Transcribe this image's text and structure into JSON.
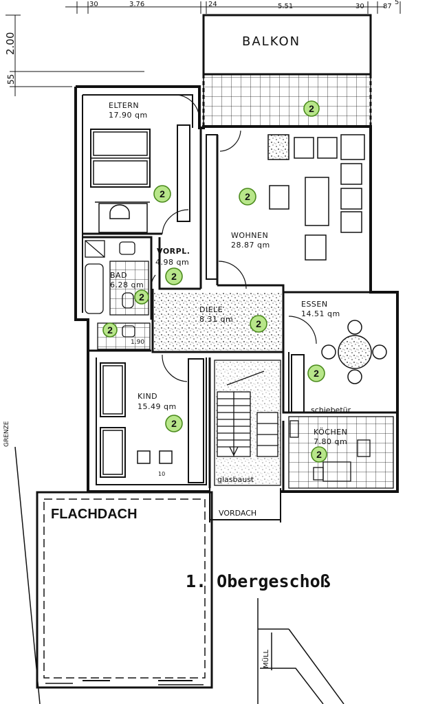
{
  "dimensions_top": [
    "30",
    "3.76",
    "24",
    "5.51",
    "30",
    "87",
    "5"
  ],
  "dimensions_left": [
    "2.00",
    "55"
  ],
  "labels": {
    "balkon": "BALKON",
    "eltern": "ELTERN",
    "eltern_area": "17.90 qm",
    "wohnen": "WOHNEN",
    "wohnen_area": "28.87 qm",
    "vorpl": "VORPL.",
    "vorpl_area": "4.98 qm",
    "bad": "BAD",
    "bad_area": "6.28 qm",
    "diele": "DIELE",
    "diele_area": "8.31 qm",
    "essen": "ESSEN",
    "essen_area": "14.51 qm",
    "kind": "KIND",
    "kind_area": "15.49 qm",
    "kochen": "KÖCHEN",
    "kochen_area": "7.80 qm",
    "schiebetur": "schiebetür",
    "glasbaust": "glasbaust",
    "flachdach": "FLACHDACH",
    "vordach": "VORDACH",
    "floor_title": "1. Obergeschoß",
    "grenze": "GRENZE",
    "mull": "MÜLL",
    "dim_190": "1.90",
    "dim_10": "10"
  },
  "markers": [
    {
      "room": "balkon",
      "label": "2"
    },
    {
      "room": "eltern",
      "label": "2"
    },
    {
      "room": "wohnen",
      "label": "2"
    },
    {
      "room": "vorpl",
      "label": "2"
    },
    {
      "room": "bad",
      "label": "2"
    },
    {
      "room": "wc",
      "label": "2"
    },
    {
      "room": "diele",
      "label": "2"
    },
    {
      "room": "essen",
      "label": "2"
    },
    {
      "room": "kind",
      "label": "2"
    },
    {
      "room": "kochen",
      "label": "2"
    }
  ],
  "colors": {
    "line": "#111111",
    "marker_fill": "#b8e68a",
    "marker_stroke": "#4a8a1c"
  }
}
